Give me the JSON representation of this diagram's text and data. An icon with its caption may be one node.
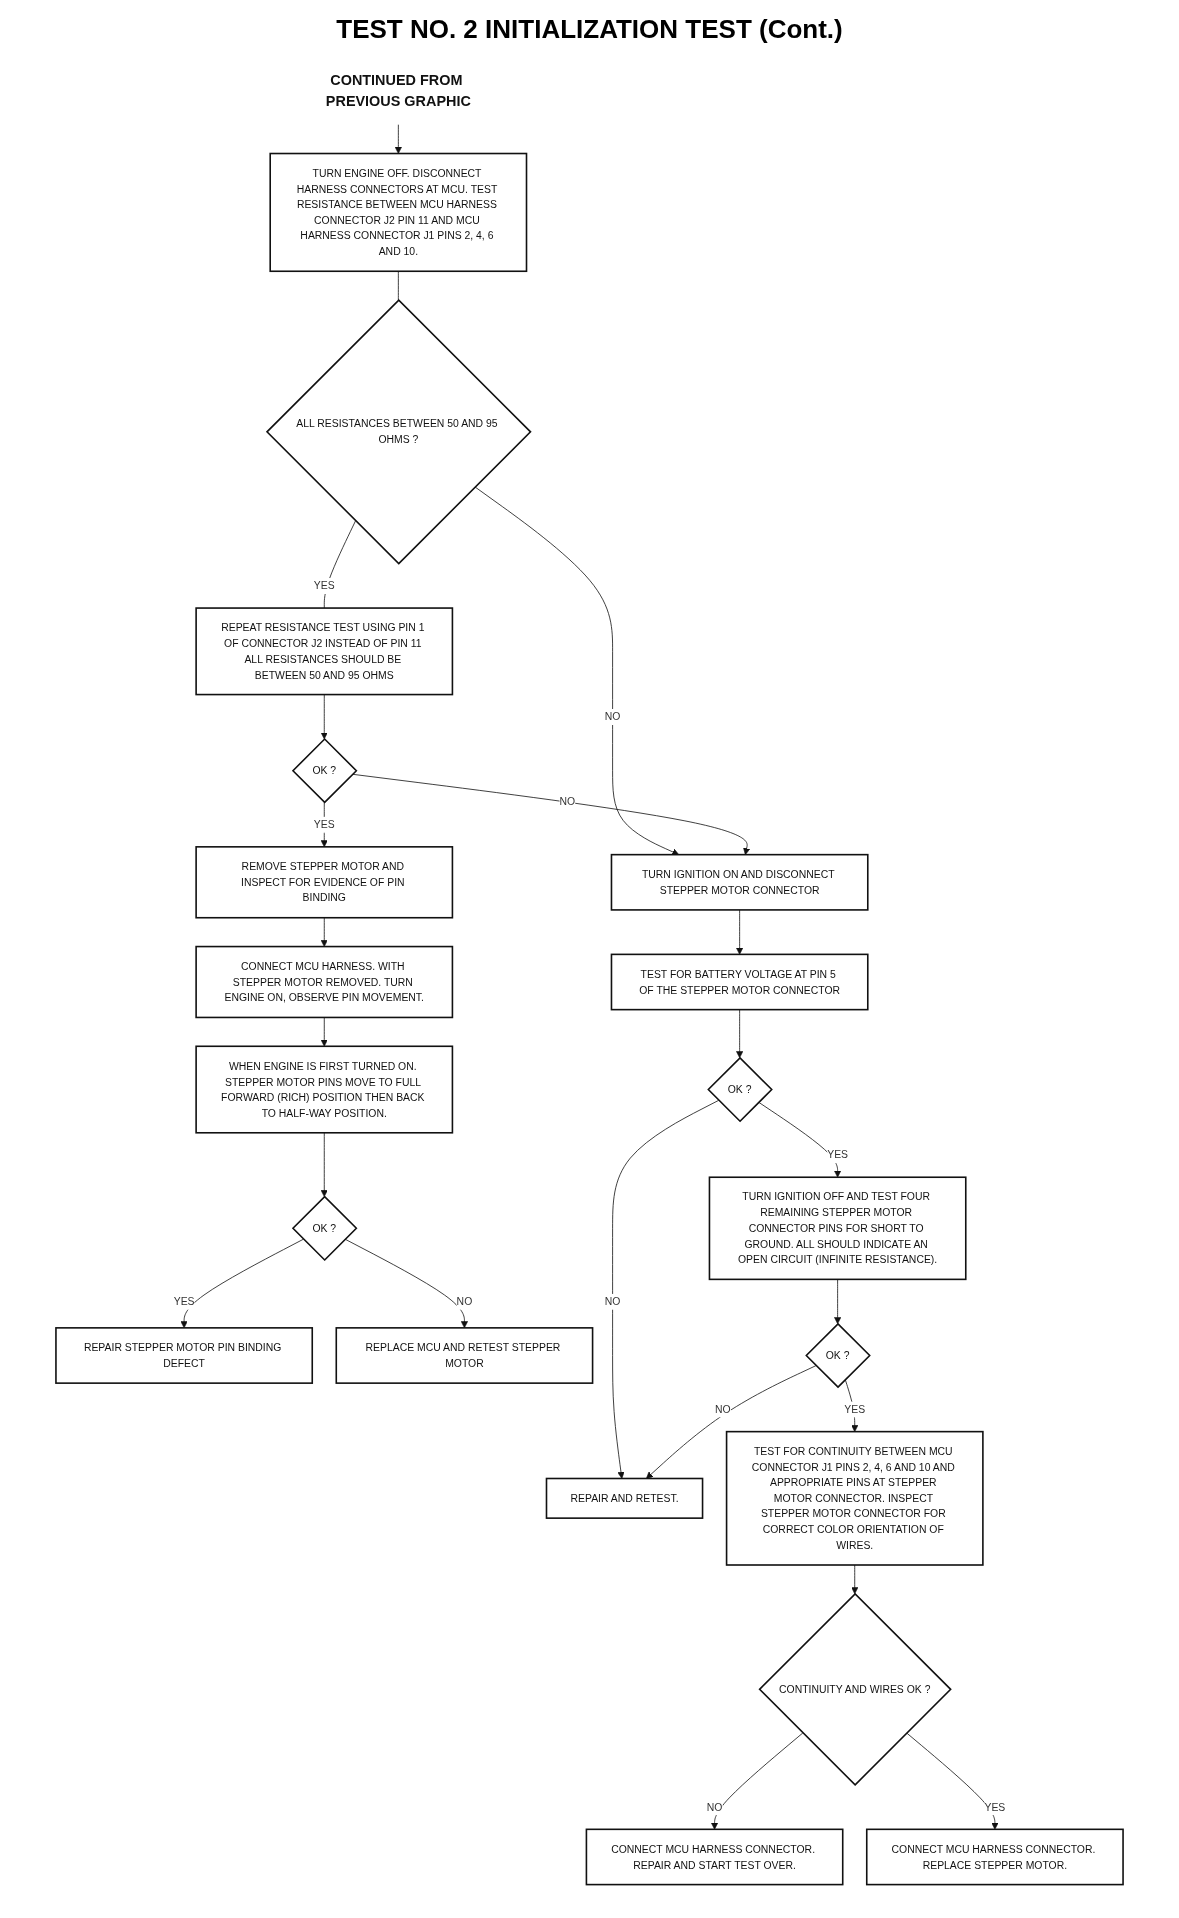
{
  "diagram": {
    "title": "TEST NO. 2 INITIALIZATION TEST (Cont.)",
    "nodes": [
      {
        "text": [
          "CONTINUED FROM PREVIOUS GRAPHIC"
        ]
      },
      {
        "text": [
          "TURN ENGINE OFF. DISCONNECT HARNESS CONNECTORS AT MCU. TEST RESISTANCE BETWEEN MCU HARNESS CONNECTOR J2 PIN 11 AND MCU HARNESS CONNECTOR J1 PINS 2, 4, 6 AND 10."
        ]
      },
      {
        "text": [
          "ALL RESISTANCES BETWEEN 50 AND 95 OHMS ?"
        ]
      },
      {
        "text": [
          "REPEAT RESISTANCE TEST USING PIN 1 OF CONNECTOR J2 INSTEAD OF PIN 11 ALL RESISTANCES SHOULD BE BETWEEN 50 AND 95 OHMS"
        ]
      },
      {
        "text": [
          "OK ?"
        ]
      },
      {
        "text": [
          "REMOVE STEPPER MOTOR AND INSPECT FOR EVIDENCE OF PIN BINDING"
        ]
      },
      {
        "text": [
          "CONNECT MCU HARNESS. WITH STEPPER MOTOR REMOVED. TURN ENGINE ON, OBSERVE PIN MOVEMENT."
        ]
      },
      {
        "text": [
          "WHEN ENGINE IS FIRST TURNED ON. STEPPER MOTOR PINS MOVE TO FULL FORWARD (RICH) POSITION THEN BACK TO HALF-WAY POSITION."
        ]
      },
      {
        "text": [
          "OK ?"
        ]
      },
      {
        "text": [
          "REPAIR STEPPER MOTOR PIN BINDING DEFECT"
        ]
      },
      {
        "text": [
          "REPLACE MCU AND RETEST STEPPER MOTOR"
        ]
      },
      {
        "text": [
          "TURN IGNITION ON AND DISCONNECT STEPPER MOTOR CONNECTOR"
        ]
      },
      {
        "text": [
          "TEST FOR BATTERY VOLTAGE AT PIN 5 OF THE STEPPER MOTOR CONNECTOR"
        ]
      },
      {
        "text": [
          "OK ?"
        ]
      },
      {
        "text": [
          "REPAIR AND RETEST."
        ]
      },
      {
        "text": [
          "TURN IGNITION OFF AND TEST FOUR REMAINING STEPPER MOTOR CONNECTOR PINS FOR SHORT TO GROUND. ALL SHOULD INDICATE AN OPEN CIRCUIT (INFINITE RESISTANCE)."
        ]
      },
      {
        "text": [
          "OK ?"
        ]
      },
      {
        "text": [
          "TEST FOR CONTINUITY BETWEEN MCU CONNECTOR J1 PINS 2, 4, 6 AND 10 AND APPROPRIATE PINS AT STEPPER MOTOR CONNECTOR. INSPECT STEPPER MOTOR CONNECTOR FOR CORRECT COLOR ORIENTATION OF WIRES."
        ]
      },
      {
        "text": [
          "CONTINUITY AND WIRES OK ?"
        ]
      },
      {
        "text": [
          "CONNECT MCU HARNESS CONNECTOR. REPLACE STEPPER MOTOR."
        ]
      },
      {
        "text": [
          "CONNECT MCU HARNESS CONNECTOR. REPAIR AND START TEST OVER."
        ]
      }
    ],
    "edges": [
      {
        "from": 0,
        "to": 1,
        "arrow": "to"
      },
      {
        "from": 1,
        "to": 2,
        "arrow": "none"
      },
      {
        "from": 2,
        "to": 3,
        "arrow": "none",
        "label": "YES"
      },
      {
        "from": 2,
        "to": 11,
        "arrow": "to",
        "label": "NO"
      },
      {
        "from": 3,
        "to": 4,
        "arrow": "to"
      },
      {
        "from": 4,
        "to": 11,
        "arrow": "to",
        "label": "NO"
      },
      {
        "from": 4,
        "to": 5,
        "arrow": "to",
        "label": "YES"
      },
      {
        "from": 5,
        "to": 6,
        "arrow": "to"
      },
      {
        "from": 6,
        "to": 7,
        "arrow": "to"
      },
      {
        "from": 7,
        "to": 8,
        "arrow": "to"
      },
      {
        "from": 8,
        "to": 9,
        "arrow": "to",
        "label": "YES"
      },
      {
        "from": 8,
        "to": 10,
        "arrow": "to",
        "label": "NO"
      },
      {
        "from": 11,
        "to": 12,
        "arrow": "to"
      },
      {
        "from": 12,
        "to": 13,
        "arrow": "to"
      },
      {
        "from": 13,
        "to": 14,
        "arrow": "to",
        "label": "NO"
      },
      {
        "from": 13,
        "to": 15,
        "arrow": "to",
        "label": "YES"
      },
      {
        "from": 15,
        "to": 16,
        "arrow": "to"
      },
      {
        "from": 16,
        "to": 14,
        "arrow": "to",
        "label": "NO"
      },
      {
        "from": 16,
        "to": 17,
        "arrow": "to",
        "label": "YES"
      },
      {
        "from": 17,
        "to": 18,
        "arrow": "to"
      },
      {
        "from": 18,
        "to": 20,
        "arrow": "to",
        "label": "NO"
      },
      {
        "from": 18,
        "to": 19,
        "arrow": "to",
        "label": "YES"
      }
    ]
  }
}
